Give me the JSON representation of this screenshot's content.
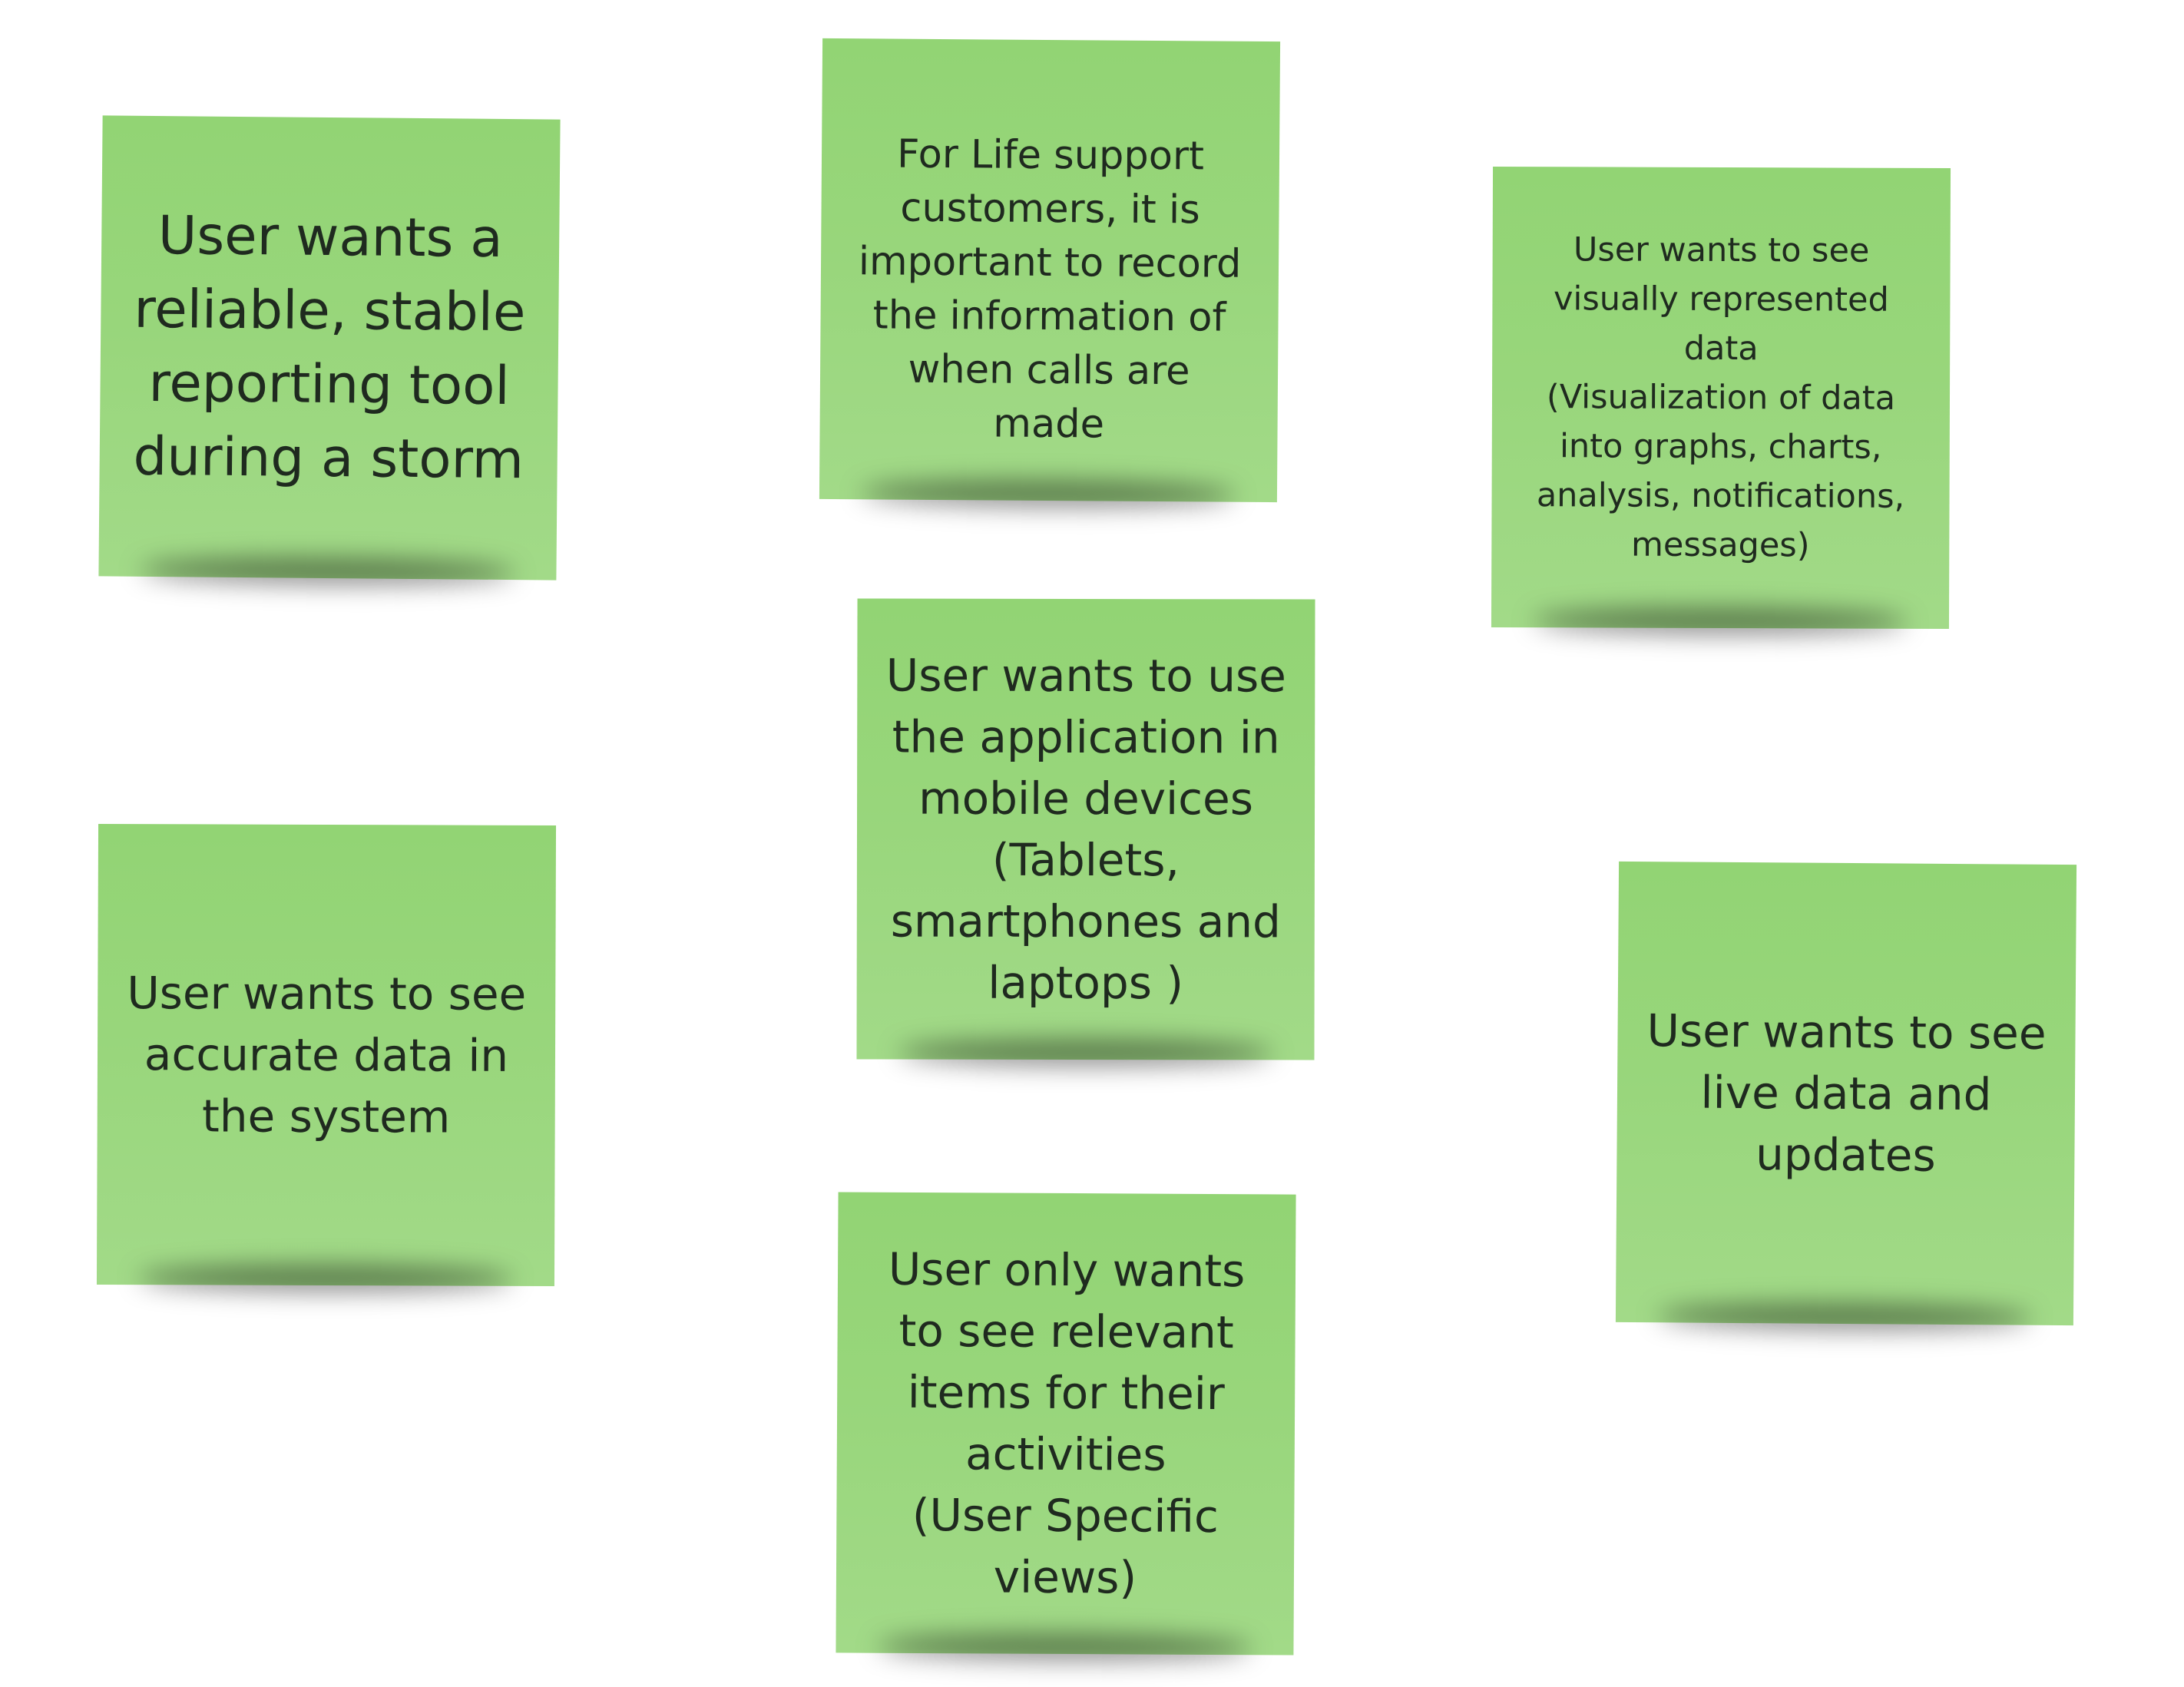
{
  "notes": [
    {
      "id": "note1",
      "text": "User wants a\nreliable, stable\nreporting tool\nduring a storm",
      "color": "#98d67b"
    },
    {
      "id": "note2",
      "text": "For Life support\ncustomers, it is\nimportant to record\nthe information of\nwhen calls are made",
      "color": "#98d67b"
    },
    {
      "id": "note3",
      "text": "User wants to see\nvisually represented\ndata\n(Visualization of data\ninto graphs, charts,\nanalysis, notifications,\nmessages)",
      "color": "#98d67b"
    },
    {
      "id": "note4",
      "text": "User wants to use\nthe application in\nmobile devices\n(Tablets,\nsmartphones and\nlaptops )",
      "color": "#98d67b"
    },
    {
      "id": "note5",
      "text": "User wants to see\naccurate data in\nthe system",
      "color": "#98d67b"
    },
    {
      "id": "note6",
      "text": "User wants to see\nlive data and\nupdates",
      "color": "#98d67b"
    },
    {
      "id": "note7",
      "text": "User only wants\nto see relevant\nitems for their\nactivities\n(User Specific\nviews)",
      "color": "#98d67b"
    }
  ]
}
